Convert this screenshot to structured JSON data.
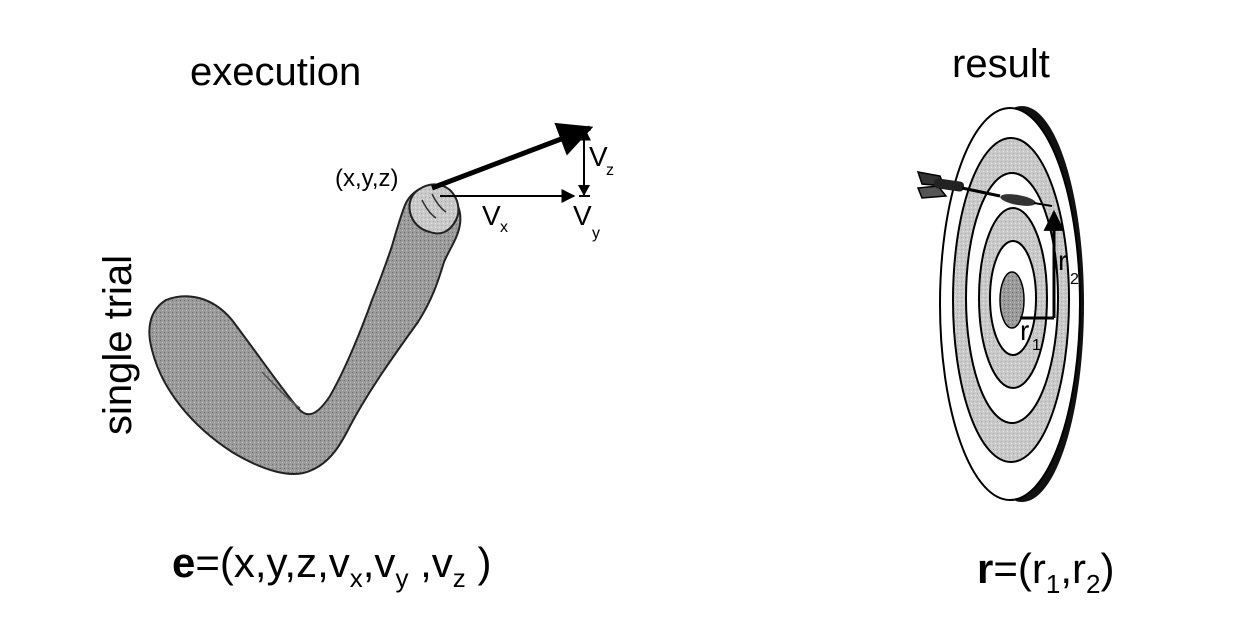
{
  "titles": {
    "execution": "execution",
    "result": "result",
    "side": "single trial"
  },
  "arm_labels": {
    "position": "(x,y,z)",
    "vx_main": "V",
    "vx_sub": "x",
    "vy_main": "V",
    "vy_sub": "y",
    "vz_main": "V",
    "vz_sub": "z"
  },
  "target_labels": {
    "r1_main": "r",
    "r1_sub": "1",
    "r2_main": "r",
    "r2_sub": "2"
  },
  "equations": {
    "e_bold": "e",
    "e_open": "=(x,y,z,v",
    "e_sub_x": "x",
    "e_sep1": ",v",
    "e_sub_y": "y",
    "e_sep2": " ,v",
    "e_sub_z": "z",
    "e_close": " )",
    "r_bold": "r",
    "r_open": "=(r",
    "r_sub_1": "1",
    "r_sep": ",r",
    "r_sub_2": "2",
    "r_close": ")"
  }
}
